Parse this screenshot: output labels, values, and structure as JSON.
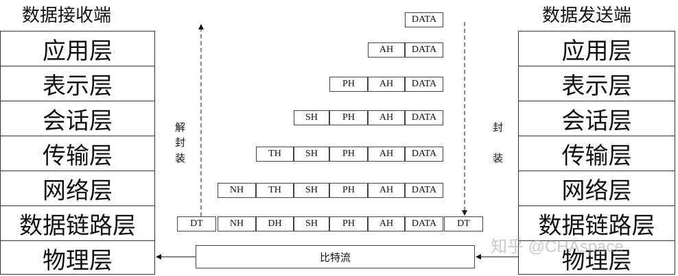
{
  "receiver": {
    "title": "数据接收端",
    "layers": [
      "应用层",
      "表示层",
      "会话层",
      "传输层",
      "网络层",
      "数据链路层",
      "物理层"
    ]
  },
  "sender": {
    "title": "数据发送端",
    "layers": [
      "应用层",
      "表示层",
      "会话层",
      "传输层",
      "网络层",
      "数据链路层",
      "物理层"
    ]
  },
  "frames": [
    [
      "DATA"
    ],
    [
      "AH",
      "DATA"
    ],
    [
      "PH",
      "AH",
      "DATA"
    ],
    [
      "SH",
      "PH",
      "AH",
      "DATA"
    ],
    [
      "TH",
      "SH",
      "PH",
      "AH",
      "DATA"
    ],
    [
      "NH",
      "TH",
      "SH",
      "PH",
      "AH",
      "DATA"
    ],
    [
      "DT",
      "NH",
      "DH",
      "SH",
      "PH",
      "AH",
      "DATA",
      "DT"
    ]
  ],
  "decap_label": [
    "解",
    "封",
    "装"
  ],
  "encap_label": [
    "封",
    "装"
  ],
  "bitstream": "比特流",
  "watermark": "知乎 @CHAspace"
}
